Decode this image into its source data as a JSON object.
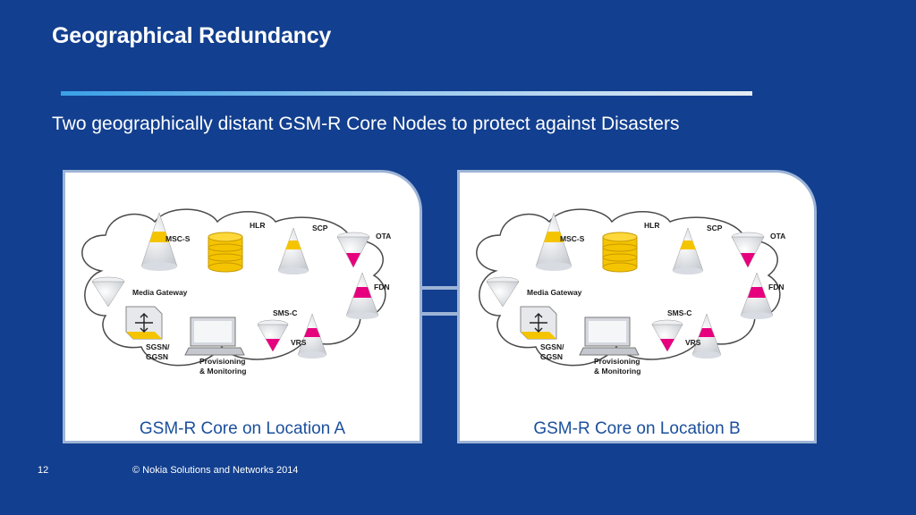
{
  "slide": {
    "title": "Geographical Redundancy",
    "subtitle": "Two geographically distant GSM-R Core Nodes to protect against Disasters"
  },
  "panels": [
    {
      "caption": "GSM-R Core on Location A",
      "labels": {
        "msc": "MSC-S",
        "hlr": "HLR",
        "scp": "SCP",
        "ota": "OTA",
        "fdn": "FDN",
        "mgw": "Media Gateway",
        "smsc": "SMS-C",
        "vrs": "VRS",
        "sgsn1": "SGSN/",
        "sgsn2": "GGSN",
        "prov1": "Provisioning",
        "prov2": "& Monitoring"
      }
    },
    {
      "caption": "GSM-R Core on Location B",
      "labels": {
        "msc": "MSC-S",
        "hlr": "HLR",
        "scp": "SCP",
        "ota": "OTA",
        "fdn": "FDN",
        "mgw": "Media Gateway",
        "smsc": "SMS-C",
        "vrs": "VRS",
        "sgsn1": "SGSN/",
        "sgsn2": "GGSN",
        "prov1": "Provisioning",
        "prov2": "& Monitoring"
      }
    }
  ],
  "footer": {
    "page_number": "12",
    "copyright": "© Nokia Solutions and Networks 2014"
  },
  "colors": {
    "background": "#123f8f",
    "accent_yellow": "#f5c400",
    "accent_magenta": "#e6007e",
    "caption_blue": "#1a4f9c"
  }
}
